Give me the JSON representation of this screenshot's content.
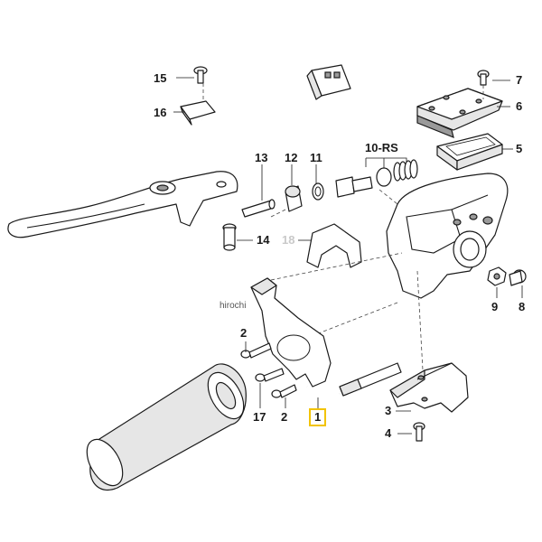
{
  "callouts": {
    "c15": "15",
    "c16": "16",
    "c13": "13",
    "c12": "12",
    "c11": "11",
    "c10": "10-RS",
    "c7": "7",
    "c6": "6",
    "c5": "5",
    "c14": "14",
    "c18": "18",
    "c9": "9",
    "c8": "8",
    "c2a": "2",
    "c17": "17",
    "c2b": "2",
    "c1": "1",
    "c3": "3",
    "c4": "4"
  },
  "watermark": "hirochi",
  "colors": {
    "highlight": "#f2c300",
    "ink": "#1a1a1a",
    "faded": "#c9c9c9"
  }
}
